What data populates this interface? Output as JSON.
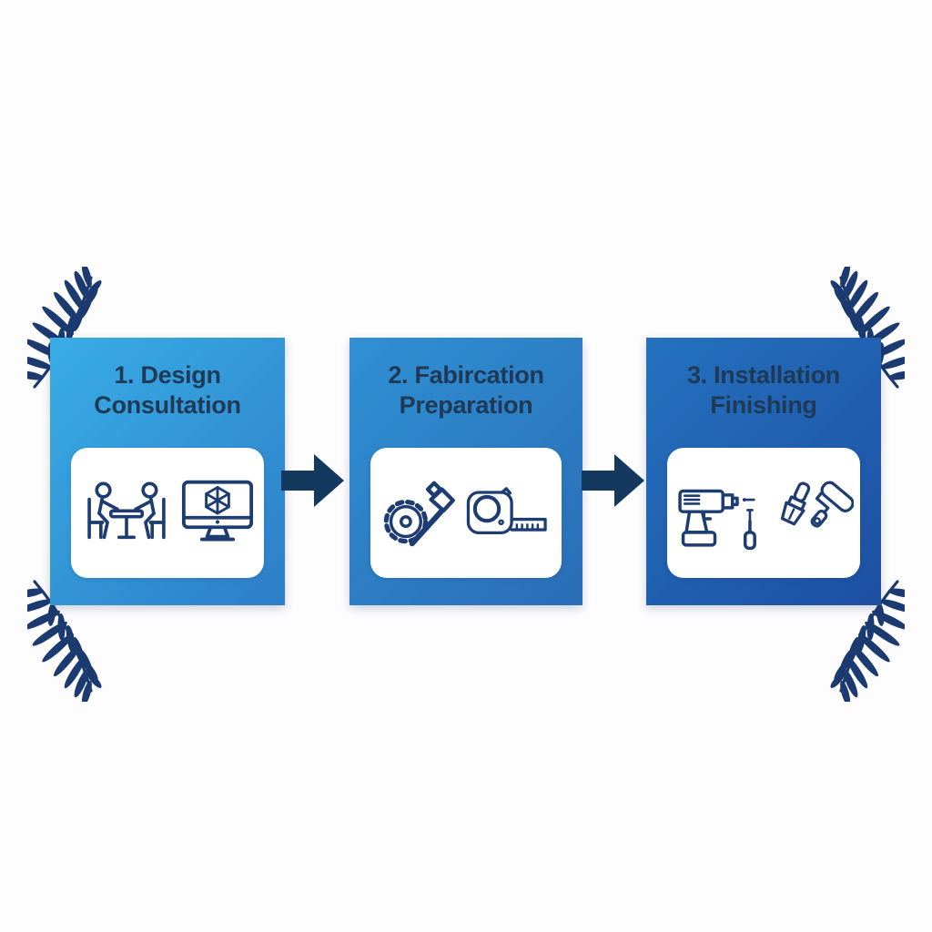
{
  "diagram": {
    "background": "#fdfdfe",
    "panel_color": "#ffffff",
    "title_color": "#1e3a56",
    "icon_stroke_color": "#1d3c72",
    "frond_color": "#1a3a70",
    "arrow_color": "#14395e",
    "decorations": [
      "palm-frond-top-left",
      "palm-frond-top-right",
      "palm-frond-bottom-left",
      "palm-frond-bottom-right"
    ],
    "arrows": [
      "right-arrow",
      "right-arrow"
    ],
    "steps": [
      {
        "title_line1": "1. Design",
        "title_line2": "Consultation",
        "gradient_start": "#38ade6",
        "gradient_end": "#2e7ec7",
        "icons": [
          "meeting-consultation-icon",
          "monitor-3d-model-icon"
        ]
      },
      {
        "title_line1": "2. Fabircation",
        "title_line2": "Preparation",
        "gradient_start": "#3090d3",
        "gradient_end": "#2a6db7",
        "icons": [
          "circular-saw-hammer-icon",
          "tape-measure-icon"
        ]
      },
      {
        "title_line1": "3. Installation",
        "title_line2": "Finishing",
        "gradient_start": "#2472bf",
        "gradient_end": "#1d4fa2",
        "icons": [
          "power-drill-screwdriver-icon",
          "paintbrush-roller-icon"
        ]
      }
    ]
  }
}
